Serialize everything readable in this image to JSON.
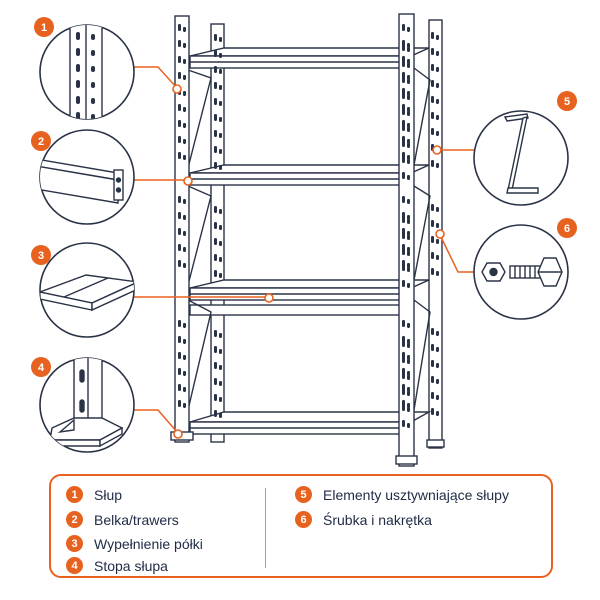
{
  "accent_color": "#e8621f",
  "line_color": "#2a3346",
  "text_color": "#1f2a44",
  "callouts": [
    {
      "number": "1",
      "icon": "upright-post-closeup-icon"
    },
    {
      "number": "2",
      "icon": "shelf-beam-closeup-icon"
    },
    {
      "number": "3",
      "icon": "shelf-board-closeup-icon"
    },
    {
      "number": "4",
      "icon": "post-foot-closeup-icon"
    },
    {
      "number": "5",
      "icon": "bracing-element-closeup-icon"
    },
    {
      "number": "6",
      "icon": "bolt-and-nut-closeup-icon"
    }
  ],
  "legend": {
    "items": [
      {
        "number": "1",
        "label": "Słup"
      },
      {
        "number": "2",
        "label": "Belka/trawers"
      },
      {
        "number": "3",
        "label": "Wypełnienie półki"
      },
      {
        "number": "4",
        "label": "Stopa słupa"
      },
      {
        "number": "5",
        "label": "Elementy usztywniające słupy"
      },
      {
        "number": "6",
        "label": "Śrubka i nakrętka"
      }
    ]
  }
}
